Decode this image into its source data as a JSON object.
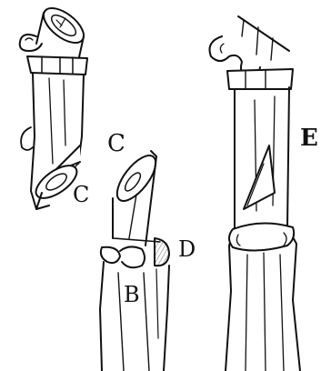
{
  "labels": {
    "c_top": "C",
    "c_left": "C",
    "d": "D",
    "b": "B",
    "e": "E"
  },
  "colors": {
    "background": "#ffffff",
    "ink": "#111111",
    "paper": "#f7f7f7"
  }
}
